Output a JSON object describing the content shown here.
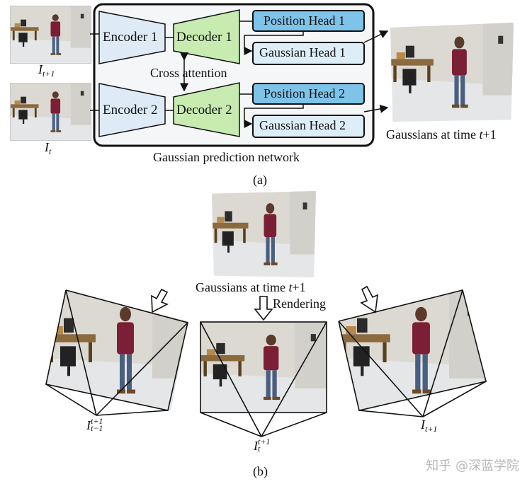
{
  "part_a": {
    "input_top_label": "I",
    "input_top_sub": "t+1",
    "input_bottom_label": "I",
    "input_bottom_sub": "t",
    "encoder_1": "Encoder 1",
    "encoder_2": "Encoder 2",
    "decoder_1": "Decoder 1",
    "decoder_2": "Decoder 2",
    "cross_attention": "Cross attention",
    "position_head_1": "Position Head 1",
    "gaussian_head_1": "Gaussian Head 1",
    "position_head_2": "Position Head 2",
    "gaussian_head_2": "Gaussian Head 2",
    "network_caption": "Gaussian prediction network",
    "output_label_prefix": "Gaussians at time ",
    "output_label_time": "t",
    "output_label_suffix": "+1",
    "panel_caption": "(a)"
  },
  "part_b": {
    "center_label_prefix": "Gaussians at time ",
    "center_label_time": "t",
    "center_label_suffix": "+1",
    "rendering": "Rendering",
    "left_label": "I",
    "left_sub": "t−1",
    "left_sup": "t+1",
    "mid_label": "I",
    "mid_sub": "t",
    "mid_sup": "t+1",
    "right_label": "I",
    "right_sub": "t+1",
    "panel_caption": "(b)"
  },
  "watermark": "知乎 @深蓝学院",
  "colors": {
    "encoder_fill": "#deebf7",
    "decoder_fill": "#c7ebb0",
    "position_head_fill": "#7ec3e8",
    "gaussian_head_fill": "#deeef8",
    "network_panel_fill": "#f4f6f8"
  }
}
